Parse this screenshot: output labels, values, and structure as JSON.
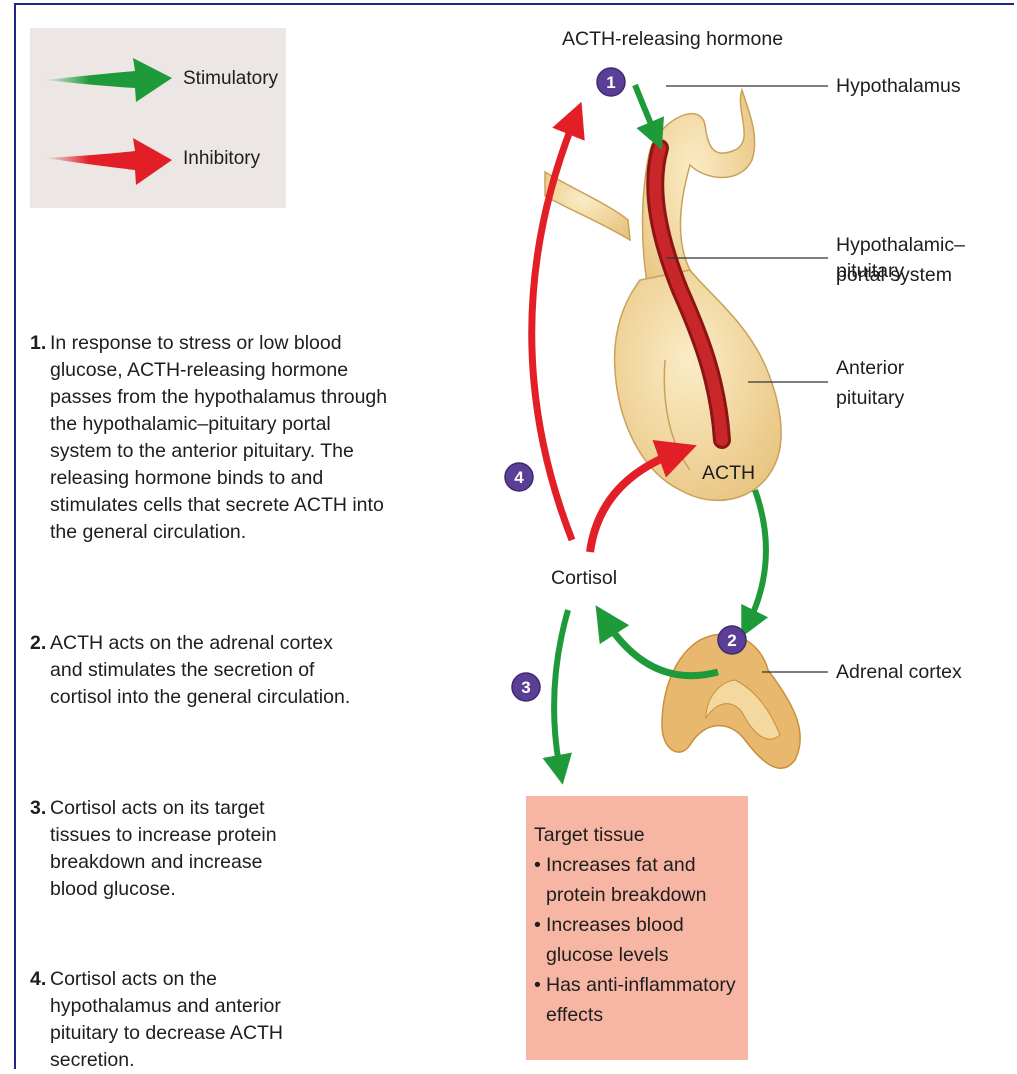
{
  "legend": {
    "stimulatory_label": "Stimulatory",
    "inhibitory_label": "Inhibitory",
    "stimulatory_color": "#1f9a3a",
    "inhibitory_color": "#e21f26"
  },
  "steps": [
    {
      "num": "1.",
      "text": "In response to stress or low blood glucose, ACTH-releasing hormone passes from the hypothalamus through the hypothalamic–pituitary portal system to the anterior pituitary. The releasing hormone binds to and stimulates cells that secrete ACTH into the general circulation."
    },
    {
      "num": "2.",
      "text": "ACTH acts on the adrenal cortex and stimulates the secretion of cortisol into the general circulation."
    },
    {
      "num": "3.",
      "text": "Cortisol acts on its target tissues to increase protein breakdown and increase blood glucose."
    },
    {
      "num": "4.",
      "text": "Cortisol acts on the hypothalamus and anterior pituitary to decrease ACTH secretion."
    }
  ],
  "diagram": {
    "acth_releasing_hormone": "ACTH-releasing hormone",
    "hypothalamus": "Hypothalamus",
    "portal_system_line1": "Hypothalamic–pituitary",
    "portal_system_line2": "portal system",
    "anterior_pituitary_line1": "Anterior",
    "anterior_pituitary_line2": "pituitary",
    "acth": "ACTH",
    "cortisol": "Cortisol",
    "adrenal_cortex": "Adrenal cortex",
    "markers": [
      "1",
      "2",
      "3",
      "4"
    ],
    "marker_color": "#5b3f96",
    "tissue_color": "#f3d9a0",
    "vessel_color": "#c11f1f"
  },
  "target_tissue": {
    "title": "Target tissue",
    "bullet": "•",
    "items": [
      "Increases fat and protein breakdown",
      "Increases blood glucose levels",
      "Has anti-inflammatory effects"
    ]
  }
}
